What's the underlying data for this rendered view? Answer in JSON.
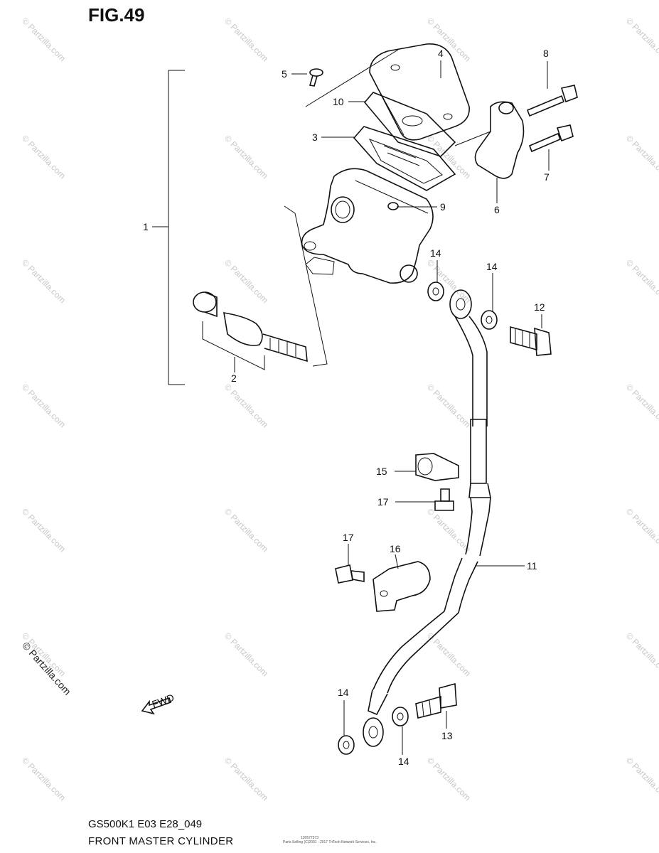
{
  "figure": {
    "title": "FIG.49",
    "model_code": "GS500K1 E03 E28_049",
    "assembly_name": "FRONT MASTER CYLINDER",
    "copyright_line": "Parts Selling (C)2001 - 2017 TriTech Network Services, Inc.",
    "copyright_id": "130577573",
    "watermark_text": "© Partzilla.com",
    "fwd_label": "FWD"
  },
  "callouts": [
    {
      "id": "c1",
      "text": "1"
    },
    {
      "id": "c2",
      "text": "2"
    },
    {
      "id": "c3",
      "text": "3"
    },
    {
      "id": "c4",
      "text": "4"
    },
    {
      "id": "c5",
      "text": "5"
    },
    {
      "id": "c6",
      "text": "6"
    },
    {
      "id": "c7",
      "text": "7"
    },
    {
      "id": "c8",
      "text": "8"
    },
    {
      "id": "c9",
      "text": "9"
    },
    {
      "id": "c10",
      "text": "10"
    },
    {
      "id": "c11",
      "text": "11"
    },
    {
      "id": "c12",
      "text": "12"
    },
    {
      "id": "c13",
      "text": "13"
    },
    {
      "id": "c14a",
      "text": "14"
    },
    {
      "id": "c14b",
      "text": "14"
    },
    {
      "id": "c14c",
      "text": "14"
    },
    {
      "id": "c14d",
      "text": "14"
    },
    {
      "id": "c15",
      "text": "15"
    },
    {
      "id": "c16",
      "text": "16"
    },
    {
      "id": "c17a",
      "text": "17"
    },
    {
      "id": "c17b",
      "text": "17"
    }
  ],
  "colors": {
    "line": "#111111",
    "watermark": "#c8c8c8",
    "background": "#ffffff"
  }
}
